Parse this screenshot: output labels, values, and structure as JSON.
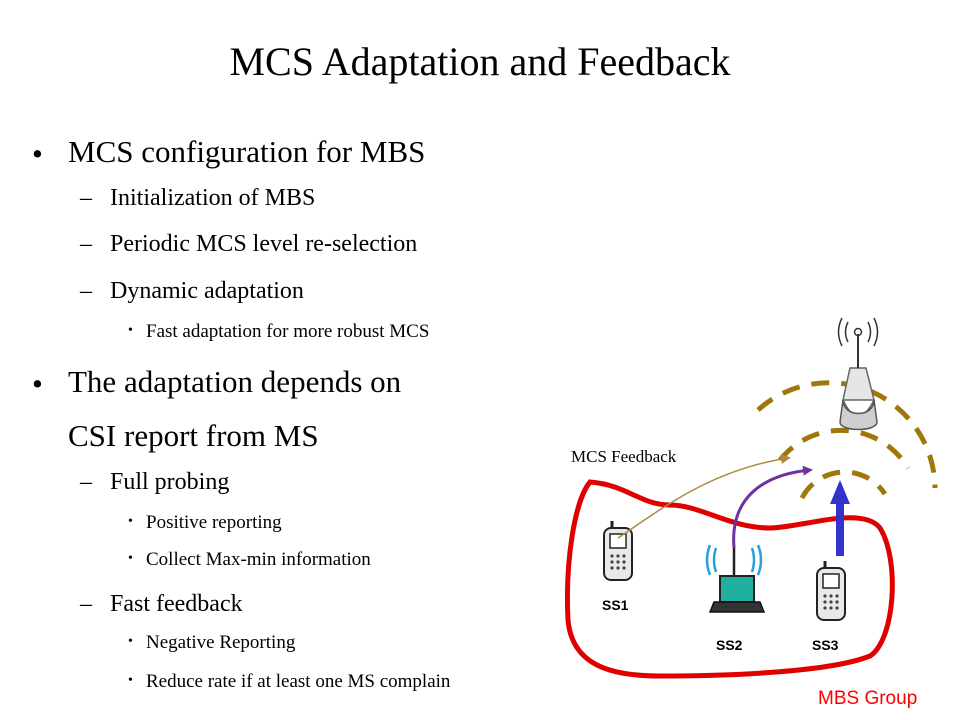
{
  "slide": {
    "title": "MCS Adaptation and Feedback",
    "footer": "MBS Group"
  },
  "outline": [
    {
      "level": 1,
      "text": "MCS configuration for MBS"
    },
    {
      "level": 2,
      "text": "Initialization of MBS"
    },
    {
      "level": 2,
      "text": "Periodic MCS level re-selection"
    },
    {
      "level": 2,
      "text": "Dynamic adaptation"
    },
    {
      "level": 3,
      "text": "Fast adaptation for more robust MCS"
    },
    {
      "level": 1,
      "text": "The adaptation depends on"
    },
    {
      "level": 1,
      "text": "CSI report from MS",
      "continuation": true
    },
    {
      "level": 2,
      "text": "Full probing"
    },
    {
      "level": 3,
      "text": "Positive reporting"
    },
    {
      "level": 3,
      "text": "Collect Max-min information"
    },
    {
      "level": 2,
      "text": "Fast feedback"
    },
    {
      "level": 3,
      "text": "Negative Reporting"
    },
    {
      "level": 3,
      "text": "Reduce rate if at least one MS complain"
    }
  ],
  "diagram": {
    "feedback_label": "MCS Feedback",
    "stations": [
      {
        "id": "ss1",
        "label": "SS1",
        "device": "mobile-phone"
      },
      {
        "id": "ss2",
        "label": "SS2",
        "device": "laptop"
      },
      {
        "id": "ss3",
        "label": "SS3",
        "device": "mobile-phone"
      }
    ],
    "base_station": {
      "icon": "antenna-tower-icon"
    },
    "colors": {
      "group_outline": "#e00000",
      "signal_arcs": "#a0780a",
      "arrow_ss1": "#b08a40",
      "arrow_ss2": "#7030a0",
      "arrow_ss3": "#3333cc",
      "footer": "#ff0000"
    }
  }
}
